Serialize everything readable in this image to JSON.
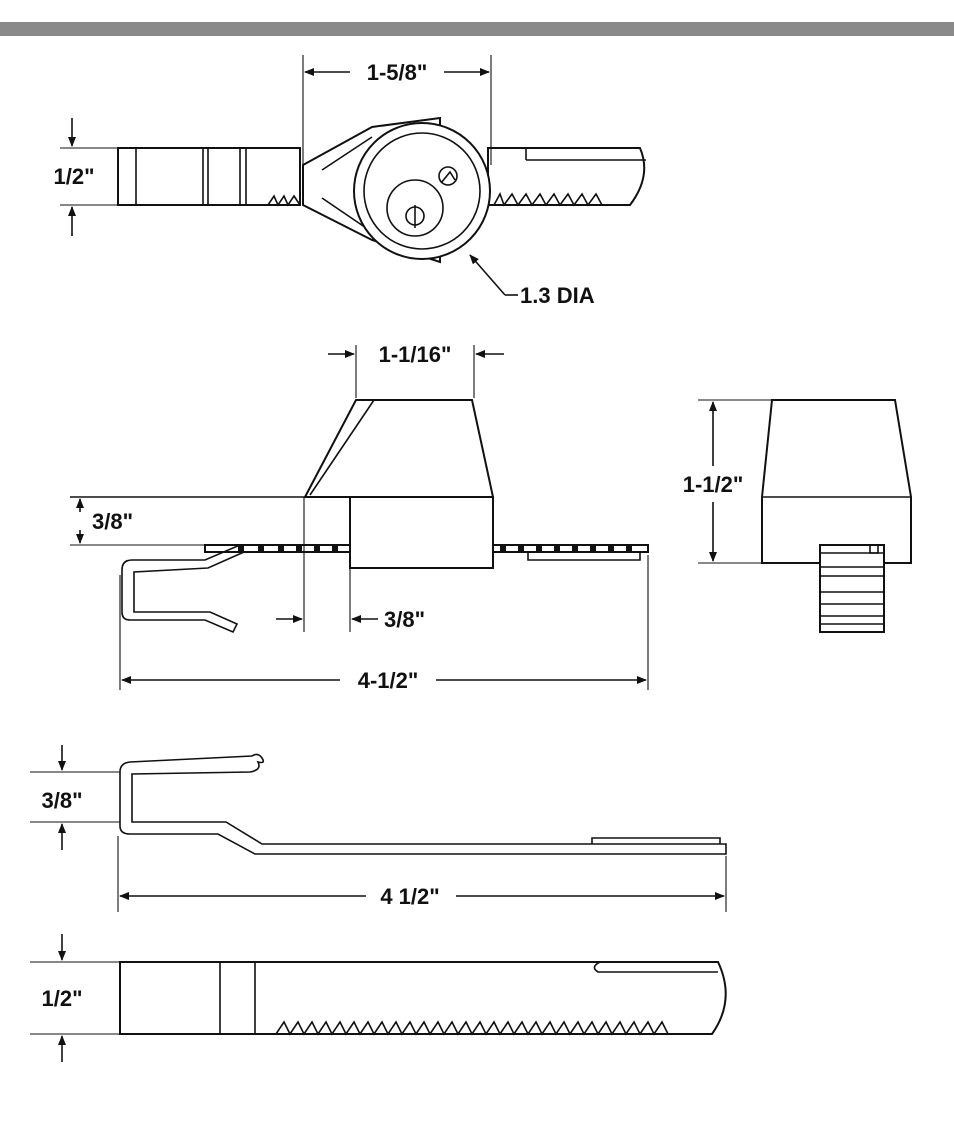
{
  "colors": {
    "bar": "#8a8a8a",
    "ink": "#111111",
    "background": "#ffffff"
  },
  "labels": {
    "top_width": "1-5/8\"",
    "top_height": "1/2\"",
    "diameter": "1.3 DIA",
    "mid_top_width": "1-1/16\"",
    "mid_thickness": "3/8\"",
    "mid_offset": "3/8\"",
    "mid_length": "4-1/2\"",
    "side_height": "1-1/2\"",
    "band_gap": "3/8\"",
    "band_length": "4 1/2\"",
    "band_height": "1/2\""
  }
}
